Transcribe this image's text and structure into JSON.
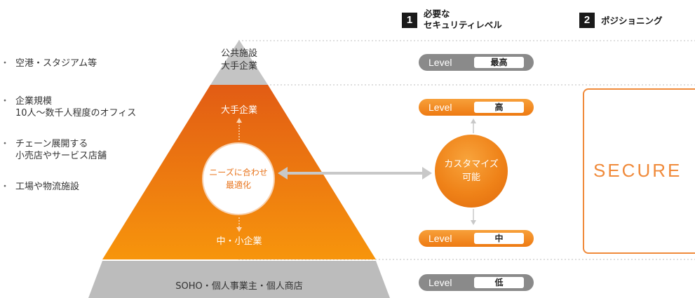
{
  "header": {
    "col1_number": "1",
    "col1_title_line1": "必要な",
    "col1_title_line2": "セキュリティレベル",
    "col2_number": "2",
    "col2_title": "ポジショニング"
  },
  "bullets": [
    {
      "lines": [
        "空港・スタジアム等"
      ]
    },
    {
      "lines": [
        "企業規模",
        "10人〜数千人程度のオフィス"
      ]
    },
    {
      "lines": [
        "チェーン展開する",
        "小売店やサービス店舗"
      ]
    },
    {
      "lines": [
        "工場や物流施設"
      ]
    }
  ],
  "bullet_marker": "・",
  "pyramid": {
    "top_line1": "公共施設",
    "top_line2": "大手企業",
    "upper_label": "大手企業",
    "center_line1": "ニーズに合わせ",
    "center_line2": "最適化",
    "lower_label": "中・小企業",
    "base_label": "SOHO・個人事業主・個人商店"
  },
  "levels": {
    "prefix": "Level",
    "highest": "最高",
    "high": "高",
    "mid": "中",
    "low": "低"
  },
  "custom": {
    "line1": "カスタマイズ",
    "line2": "可能"
  },
  "positioning": {
    "logo_text": "SECURE"
  },
  "colors": {
    "orange": "#f08a1e",
    "gray": "#8a8a8a",
    "light_gray": "#c8c8c8"
  }
}
